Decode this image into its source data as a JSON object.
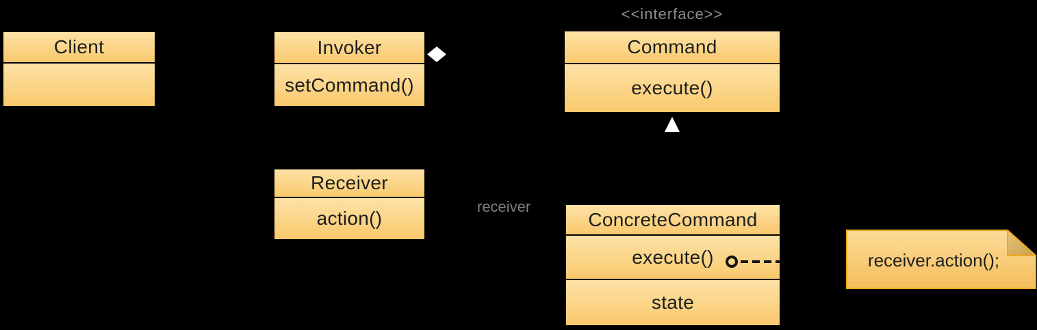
{
  "diagram": {
    "stereotype_label": "<<interface>>",
    "classes": {
      "client": {
        "title": "Client",
        "members": []
      },
      "invoker": {
        "title": "Invoker",
        "members": [
          "setCommand()"
        ]
      },
      "command": {
        "title": "Command",
        "members": [
          "execute()"
        ]
      },
      "receiver": {
        "title": "Receiver",
        "members": [
          "action()"
        ]
      },
      "concrete_command": {
        "title": "ConcreteCommand",
        "members": [
          "execute()",
          "state"
        ]
      }
    },
    "edge_labels": {
      "receiver_role": "receiver"
    },
    "note": {
      "text": "receiver.action();"
    },
    "icons": {
      "aggregation_diamond": "white filled diamond (Invoker aggregates Command)",
      "generalization_triangle": "white triangle arrowhead (ConcreteCommand realizes Command)",
      "note_connector": "circle with dashed line linking execute() to note"
    },
    "colors": {
      "background": "#000000",
      "box_gradient_top": "#FDE2A7",
      "box_gradient_bottom": "#F9C96C",
      "box_border": "#000000",
      "box_text": "#1E1E1E",
      "muted_label": "#8C8C8C",
      "connector_shape": "#FFFFFF",
      "note_border": "#F0A81E",
      "note_gradient_top": "#FCDC98",
      "note_gradient_bottom": "#F5BE5C",
      "note_fold_top": "#E7C57C",
      "note_fold_bottom": "#C99E4A"
    }
  }
}
